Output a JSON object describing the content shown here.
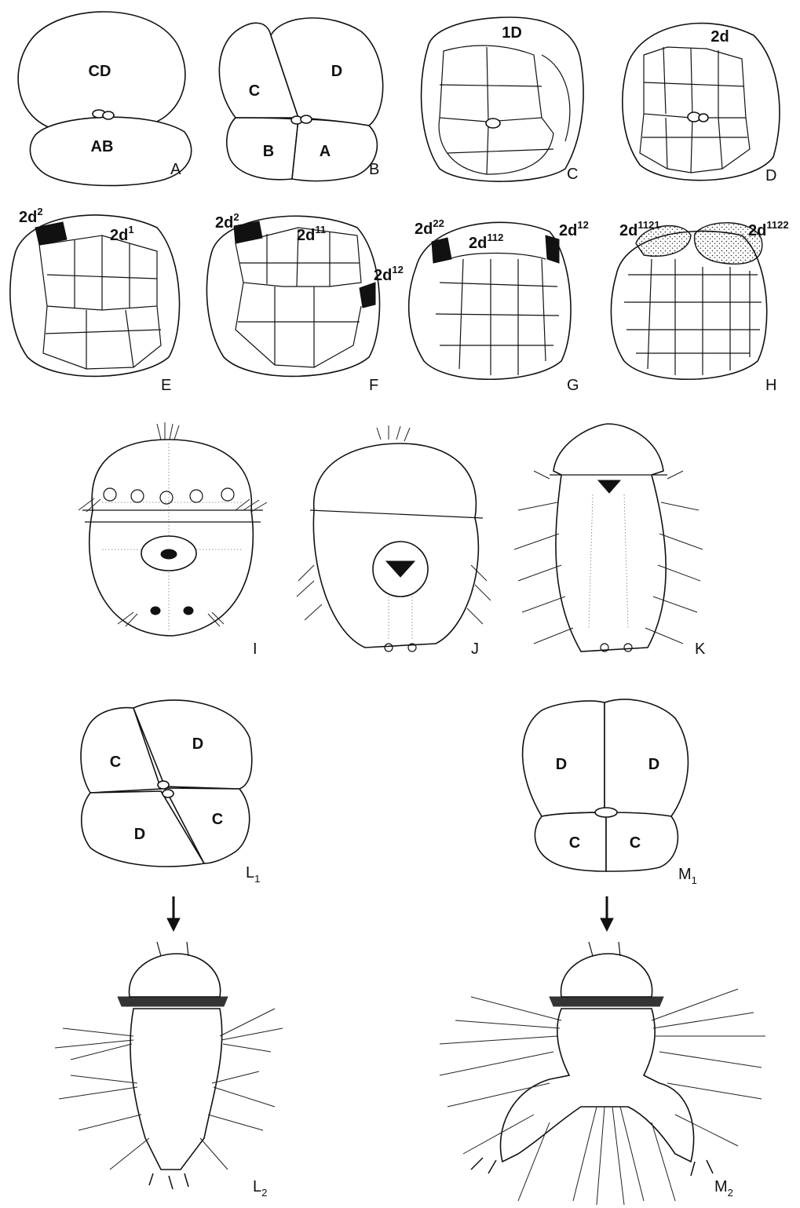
{
  "panels": {
    "A": {
      "label": "A",
      "cells": [
        "CD",
        "AB"
      ]
    },
    "B": {
      "label": "B",
      "cells": [
        "C",
        "D",
        "B",
        "A"
      ]
    },
    "C": {
      "label": "C",
      "cells": [
        "1D"
      ]
    },
    "D": {
      "label": "D",
      "cells": [
        "2d"
      ]
    },
    "E": {
      "label": "E",
      "cells": [
        {
          "base": "2d",
          "sup": "2"
        },
        {
          "base": "2d",
          "sup": "1"
        }
      ]
    },
    "F": {
      "label": "F",
      "cells": [
        {
          "base": "2d",
          "sup": "2"
        },
        {
          "base": "2d",
          "sup": "11"
        },
        {
          "base": "2d",
          "sup": "12"
        }
      ]
    },
    "G": {
      "label": "G",
      "cells": [
        {
          "base": "2d",
          "sup": "22"
        },
        {
          "base": "2d",
          "sup": "112"
        },
        {
          "base": "2d",
          "sup": "12"
        }
      ]
    },
    "H": {
      "label": "H",
      "cells": [
        {
          "base": "2d",
          "sup": "1121"
        },
        {
          "base": "2d",
          "sup": "1122"
        }
      ]
    },
    "I": {
      "label": "I"
    },
    "J": {
      "label": "J"
    },
    "K": {
      "label": "K"
    },
    "L1": {
      "label": "L",
      "sub": "1",
      "cells": [
        "C",
        "D",
        "D",
        "C"
      ]
    },
    "M1": {
      "label": "M",
      "sub": "1",
      "cells": [
        "D",
        "D",
        "C",
        "C"
      ]
    },
    "L2": {
      "label": "L",
      "sub": "2"
    },
    "M2": {
      "label": "M",
      "sub": "2"
    }
  }
}
